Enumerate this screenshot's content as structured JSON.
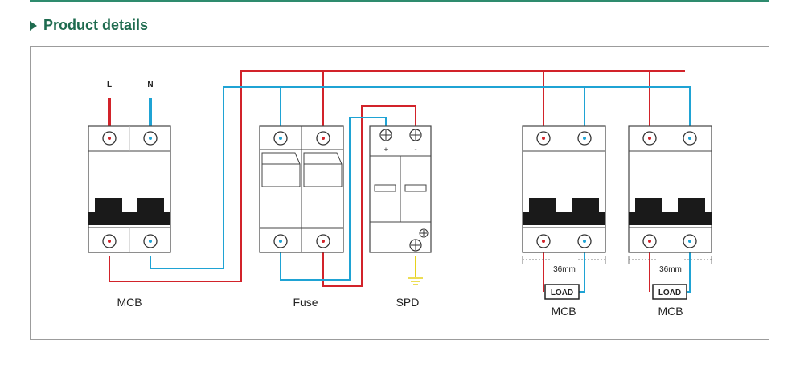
{
  "header": {
    "title": "Product details"
  },
  "colors": {
    "accent": "#1e6b4f",
    "live_wire": "#d2232a",
    "neutral_wire": "#1fa3d4",
    "earth_wire": "#e6d21c"
  },
  "terminals": {
    "line": "L",
    "neutral": "N",
    "spd_plus": "+",
    "spd_minus": "-"
  },
  "components": {
    "mcb_main": "MCB",
    "fuse": "Fuse",
    "spd": "SPD",
    "mcb_out_1": "MCB",
    "mcb_out_2": "MCB"
  },
  "loads": {
    "load_1": "LOAD",
    "load_2": "LOAD"
  },
  "dimensions": {
    "width_1": "36mm",
    "width_2": "36mm"
  }
}
